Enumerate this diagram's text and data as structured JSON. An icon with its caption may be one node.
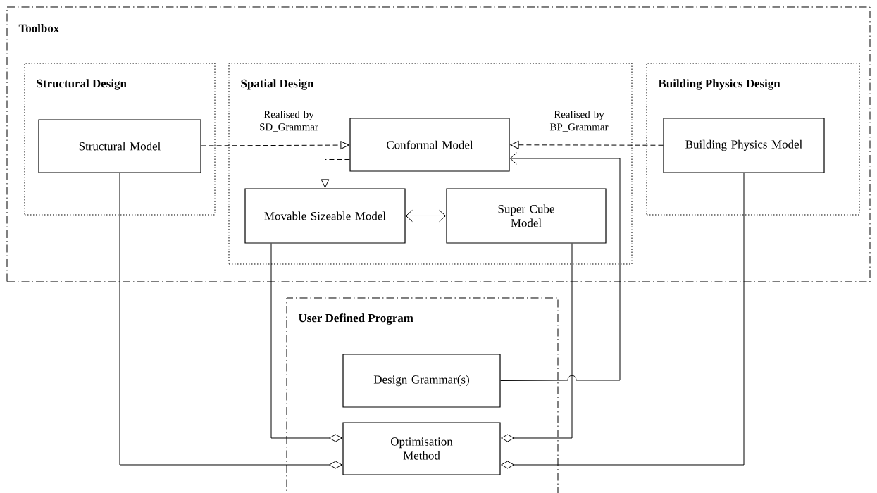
{
  "diagram": {
    "nodes": [
      {
        "text": [
          "Toolbox"
        ]
      },
      {
        "text": [
          "Structural Design"
        ],
        "in": 0
      },
      {
        "text": [
          "Structural Model"
        ],
        "in": 1
      },
      {
        "text": [
          "Spatial Design"
        ],
        "in": 0
      },
      {
        "text": [
          "Conformal Model"
        ],
        "in": 3
      },
      {
        "text": [
          "Movable Sizeable Model"
        ],
        "in": 3
      },
      {
        "text": [
          "Super Cube Model"
        ],
        "in": 3
      },
      {
        "text": [
          "Building Physics Design"
        ],
        "in": 0
      },
      {
        "text": [
          "Building Physics Model"
        ],
        "in": 7
      },
      {
        "text": [
          "User Defined Program"
        ]
      },
      {
        "text": [
          "Design Grammar(s)"
        ],
        "in": 9
      },
      {
        "text": [
          "Optimisation Method"
        ],
        "in": 9
      }
    ],
    "edges": [
      {
        "from": 2,
        "to": 4,
        "arrow": "to",
        "style": "dashed",
        "label": "Realised by SD_Grammar"
      },
      {
        "from": 8,
        "to": 4,
        "arrow": "to",
        "style": "dashed",
        "label": "Realised by BP_Grammar"
      },
      {
        "from": 4,
        "to": 5,
        "arrow": "to",
        "style": "dashed"
      },
      {
        "from": 5,
        "to": 6,
        "arrow": "both"
      },
      {
        "from": 10,
        "to": 4,
        "arrow": "to"
      },
      {
        "from": 5,
        "to": 11,
        "arrow": "other"
      },
      {
        "from": 6,
        "to": 11,
        "arrow": "other"
      },
      {
        "from": 2,
        "to": 11,
        "arrow": "other"
      },
      {
        "from": 8,
        "to": 11,
        "arrow": "other"
      }
    ]
  }
}
